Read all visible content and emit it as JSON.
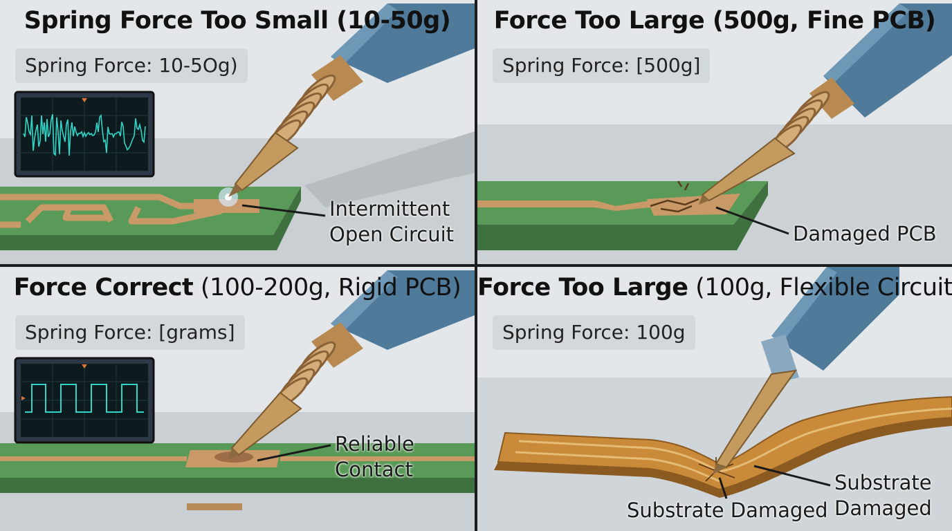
{
  "panels": [
    {
      "title_bold": "Spring Force Too Small (10-50g)",
      "title_rest": "",
      "force_label": "Spring Force: 10-5Og)",
      "callout": [
        "Intermittent",
        "Open Circuit"
      ],
      "signal": "noisy"
    },
    {
      "title_bold": "Force Too Large (500g, Fine PCB)",
      "title_rest": "",
      "force_label": "Spring Force: [500g]",
      "callout": [
        "Damaged PCB"
      ]
    },
    {
      "title_bold": "Force Correct",
      "title_rest": " (100-200g, Rigid PCB)",
      "force_label": "Spring Force: [grams]",
      "callout": [
        "Reliable",
        "Contact"
      ],
      "signal": "square"
    },
    {
      "title_bold": "Force Too Large",
      "title_rest": " (100g, Flexible Circuit)",
      "force_label": "Spring Force: 100g",
      "callout_left": [
        "Substrate Damaged"
      ],
      "callout_right": [
        "Substrate",
        "Damaged"
      ]
    }
  ],
  "colors": {
    "pcb_green": "#4d8a4d",
    "copper": "#c99a68",
    "probe_blue": "#4f7a9a",
    "probe_brass": "#c59a5e",
    "scope_trace": "#2fd6c8"
  }
}
